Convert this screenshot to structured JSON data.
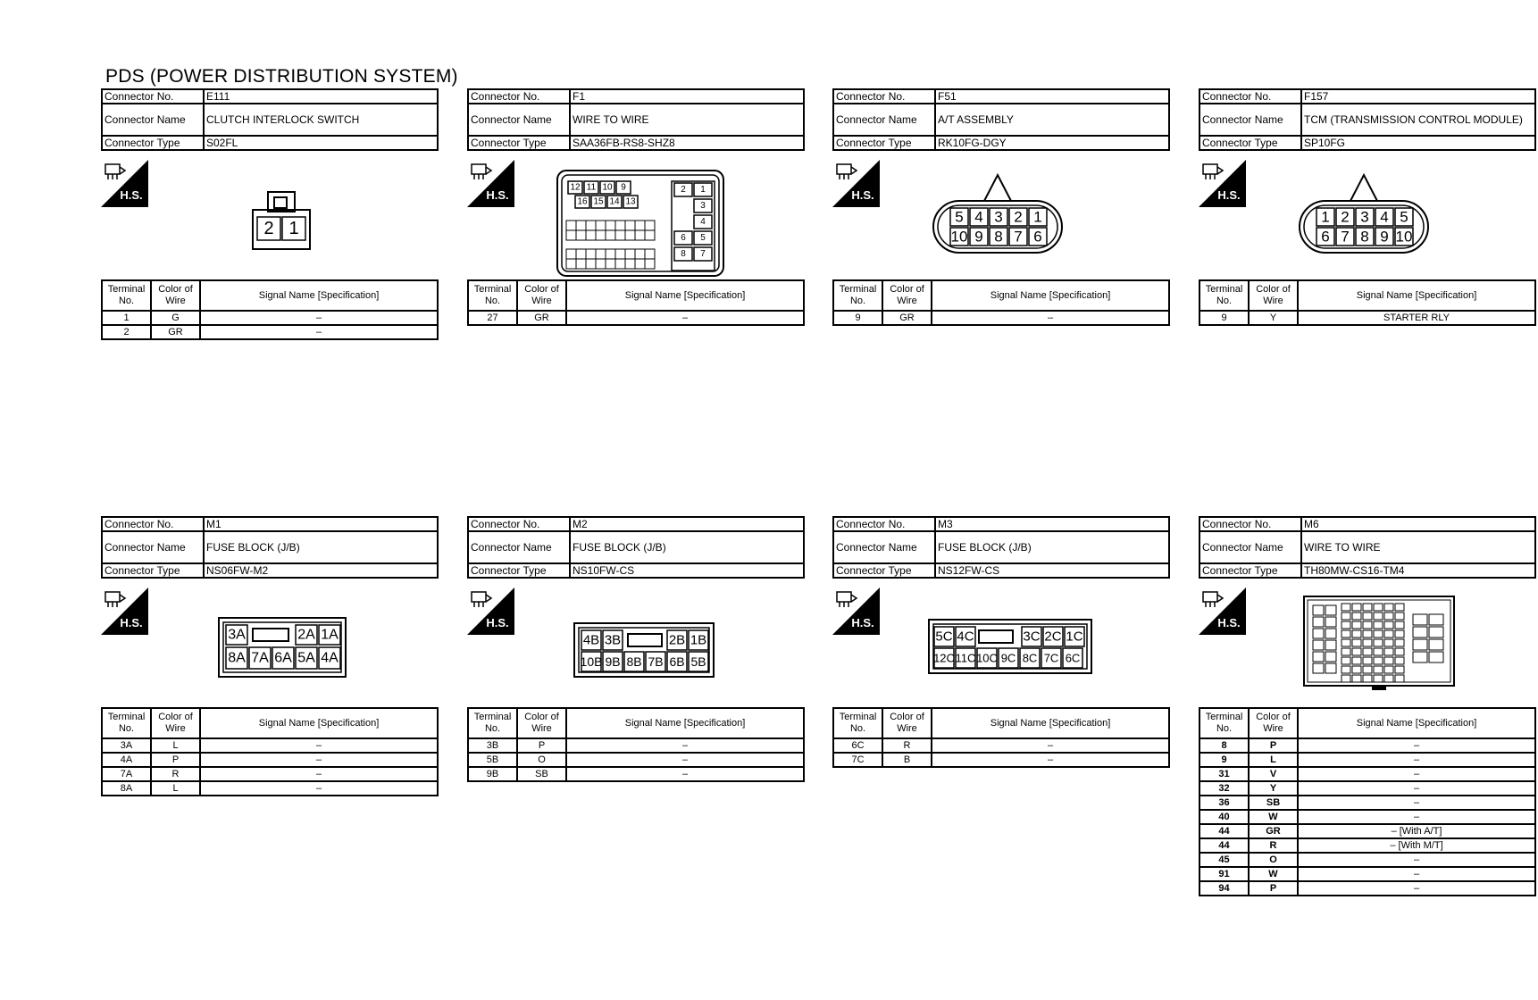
{
  "title": "PDS (POWER DISTRIBUTION SYSTEM)",
  "labels": {
    "no": "Connector No.",
    "name": "Connector Name",
    "type": "Connector Type",
    "hs": "H.S.",
    "col_terminal": "Terminal No.",
    "col_color": "Color of Wire",
    "col_signal": "Signal Name [Specification]"
  },
  "connectors": [
    {
      "no": "E111",
      "name": "CLUTCH INTERLOCK SWITCH",
      "type": "S02FL",
      "pins": [
        "2",
        "1"
      ],
      "rows": [
        {
          "t": "1",
          "c": "G",
          "s": "–"
        },
        {
          "t": "2",
          "c": "GR",
          "s": "–"
        }
      ]
    },
    {
      "no": "F1",
      "name": "WIRE TO WIRE",
      "type": "SAA36FB-RS8-SHZ8",
      "pins": [
        "12",
        "11",
        "10",
        "9",
        "16",
        "15",
        "14",
        "13",
        "2",
        "1",
        "3",
        "4",
        "6",
        "5",
        "8",
        "7"
      ],
      "rows": [
        {
          "t": "27",
          "c": "GR",
          "s": "–"
        }
      ]
    },
    {
      "no": "F51",
      "name": "A/T ASSEMBLY",
      "type": "RK10FG-DGY",
      "pins": [
        "5",
        "4",
        "3",
        "2",
        "1",
        "10",
        "9",
        "8",
        "7",
        "6"
      ],
      "rows": [
        {
          "t": "9",
          "c": "GR",
          "s": "–"
        }
      ]
    },
    {
      "no": "F157",
      "name": "TCM (TRANSMISSION CONTROL MODULE)",
      "type": "SP10FG",
      "pins": [
        "1",
        "2",
        "3",
        "4",
        "5",
        "6",
        "7",
        "8",
        "9",
        "10"
      ],
      "rows": [
        {
          "t": "9",
          "c": "Y",
          "s": "STARTER RLY"
        }
      ]
    },
    {
      "no": "M1",
      "name": "FUSE BLOCK (J/B)",
      "type": "NS06FW-M2",
      "pins": [
        "3A",
        "2A",
        "1A",
        "8A",
        "7A",
        "6A",
        "5A",
        "4A"
      ],
      "rows": [
        {
          "t": "3A",
          "c": "L",
          "s": "–"
        },
        {
          "t": "4A",
          "c": "P",
          "s": "–"
        },
        {
          "t": "7A",
          "c": "R",
          "s": "–"
        },
        {
          "t": "8A",
          "c": "L",
          "s": "–"
        }
      ]
    },
    {
      "no": "M2",
      "name": "FUSE BLOCK (J/B)",
      "type": "NS10FW-CS",
      "pins": [
        "4B",
        "3B",
        "2B",
        "1B",
        "10B",
        "9B",
        "8B",
        "7B",
        "6B",
        "5B"
      ],
      "rows": [
        {
          "t": "3B",
          "c": "P",
          "s": "–"
        },
        {
          "t": "5B",
          "c": "O",
          "s": "–"
        },
        {
          "t": "9B",
          "c": "SB",
          "s": "–"
        }
      ]
    },
    {
      "no": "M3",
      "name": "FUSE BLOCK (J/B)",
      "type": "NS12FW-CS",
      "pins": [
        "5C",
        "4C",
        "3C",
        "2C",
        "1C",
        "12C",
        "11C",
        "10C",
        "9C",
        "8C",
        "7C",
        "6C"
      ],
      "rows": [
        {
          "t": "6C",
          "c": "R",
          "s": "–"
        },
        {
          "t": "7C",
          "c": "B",
          "s": "–"
        }
      ]
    },
    {
      "no": "M6",
      "name": "WIRE TO WIRE",
      "type": "TH80MW-CS16-TM4",
      "pins": [],
      "rows": [
        {
          "t": "8",
          "c": "P",
          "s": "–"
        },
        {
          "t": "9",
          "c": "L",
          "s": "–"
        },
        {
          "t": "31",
          "c": "V",
          "s": "–"
        },
        {
          "t": "32",
          "c": "Y",
          "s": "–"
        },
        {
          "t": "36",
          "c": "SB",
          "s": "–"
        },
        {
          "t": "40",
          "c": "W",
          "s": "–"
        },
        {
          "t": "44",
          "c": "GR",
          "s": "– [With A/T]"
        },
        {
          "t": "44",
          "c": "R",
          "s": "– [With M/T]"
        },
        {
          "t": "45",
          "c": "O",
          "s": "–"
        },
        {
          "t": "91",
          "c": "W",
          "s": "–"
        },
        {
          "t": "94",
          "c": "P",
          "s": "–"
        }
      ]
    }
  ]
}
